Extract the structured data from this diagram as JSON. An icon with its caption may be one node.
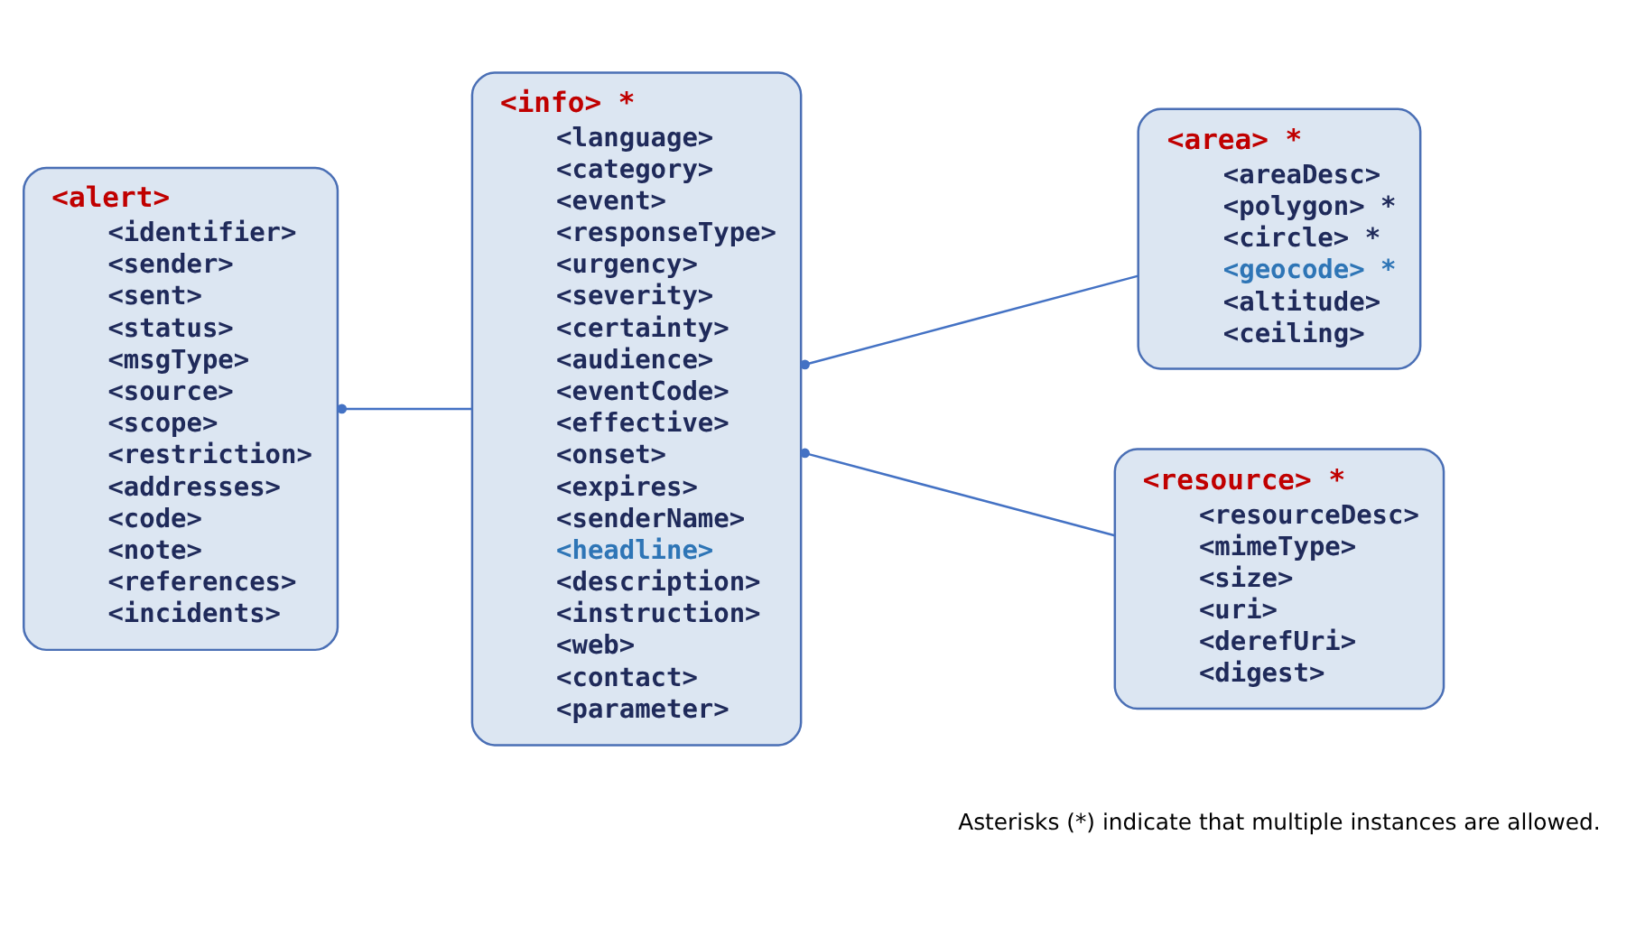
{
  "diagram": {
    "nodes": [
      {
        "text": [
          "<alert>",
          "<identifier>",
          "<sender>",
          "<sent>",
          "<status>",
          "<msgType>",
          "<source>",
          "<scope>",
          "<restriction>",
          "<addresses>",
          "<code>",
          "<note>",
          "<references>",
          "<incidents>"
        ]
      },
      {
        "text": [
          "<info> *",
          "<language>",
          "<category>",
          "<event>",
          "<responseType>",
          "<urgency>",
          "<severity>",
          "<certainty>",
          "<audience>",
          "<eventCode>",
          "<effective>",
          "<onset>",
          "<expires>",
          "<senderName>",
          "<headline>",
          "<description>",
          "<instruction>",
          "<web>",
          "<contact>",
          "<parameter>"
        ]
      },
      {
        "text": [
          "<area> *",
          "<areaDesc>",
          "<polygon> *",
          "<circle> *",
          "<geocode> *",
          "<altitude>",
          "<ceiling>"
        ]
      },
      {
        "text": [
          "<resource> *",
          "<resourceDesc>",
          "<mimeType>",
          "<size>",
          "<uri>",
          "<derefUri>",
          "<digest>"
        ]
      }
    ],
    "edges": [
      {
        "from": 0,
        "to": 1,
        "arrow": "other"
      },
      {
        "from": 1,
        "to": 2,
        "arrow": "other"
      },
      {
        "from": 1,
        "to": 3,
        "arrow": "other"
      }
    ],
    "labels": [
      "Asterisks (*) indicate that multiple instances are allowed."
    ]
  }
}
